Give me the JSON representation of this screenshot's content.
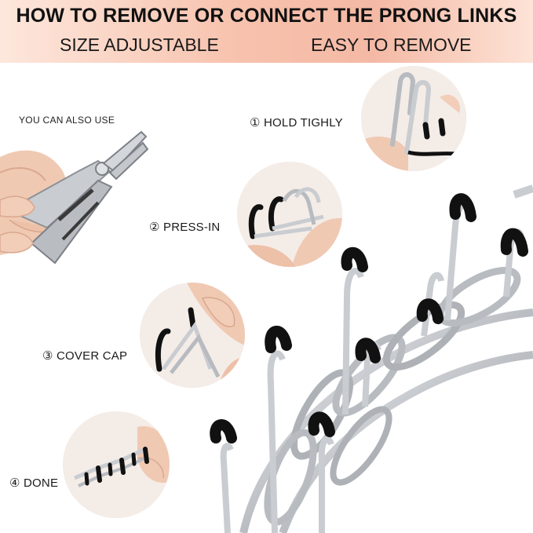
{
  "header": {
    "title": "HOW TO REMOVE OR CONNECT THE PRONG LINKS",
    "feature_left": "SIZE ADJUSTABLE",
    "feature_right": "EASY TO REMOVE"
  },
  "tool_note": {
    "caption": "YOU CAN ALSO USE"
  },
  "steps": [
    {
      "label": "① HOLD TIGHLY"
    },
    {
      "label": "② PRESS-IN"
    },
    {
      "label": "③ COVER CAP"
    },
    {
      "label": "④ DONE"
    }
  ],
  "colors": {
    "banner_start": "#fde7dc",
    "banner_mid": "#f7c2ad",
    "metal": "#c9ccd0",
    "cap": "#111111",
    "skin": "#f0c9b3"
  }
}
